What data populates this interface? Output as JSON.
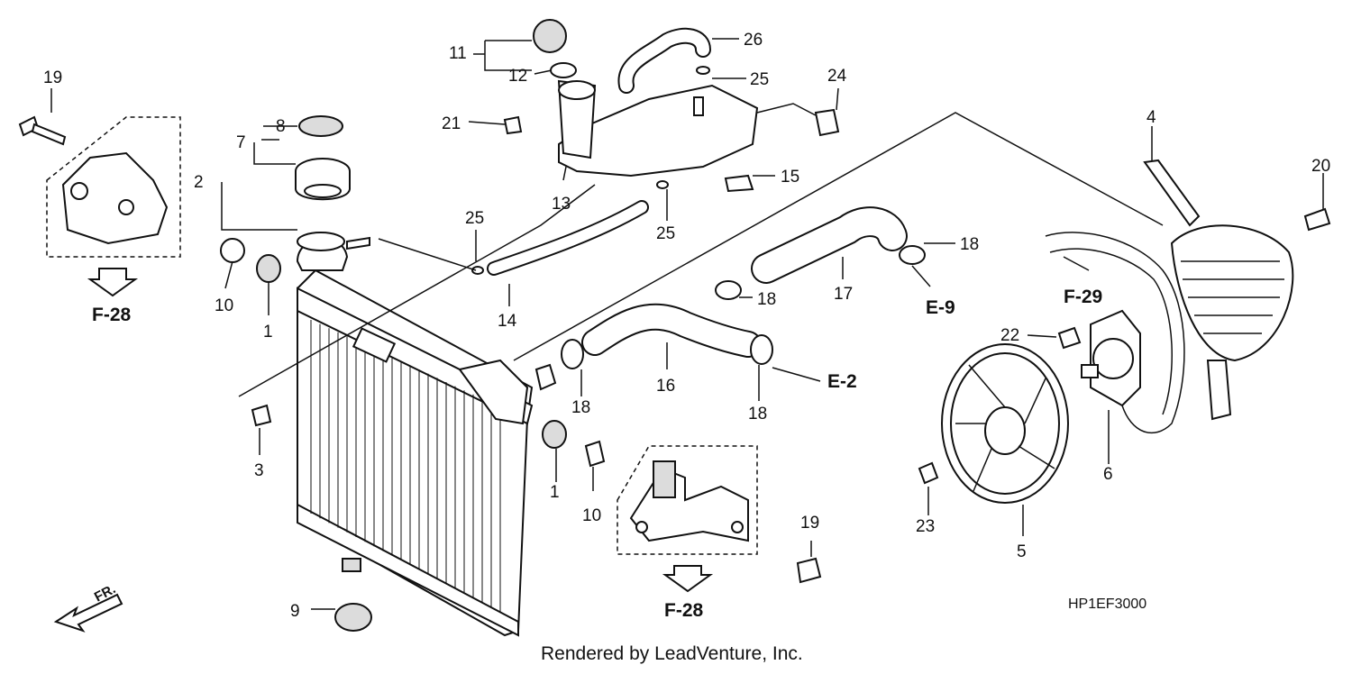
{
  "diagram": {
    "callouts": {
      "c1a": "1",
      "c1b": "1",
      "c2": "2",
      "c3": "3",
      "c4": "4",
      "c5": "5",
      "c6": "6",
      "c7": "7",
      "c8": "8",
      "c9": "9",
      "c10a": "10",
      "c10b": "10",
      "c11": "11",
      "c12": "12",
      "c13": "13",
      "c14": "14",
      "c15": "15",
      "c16": "16",
      "c17": "17",
      "c18a": "18",
      "c18b": "18",
      "c18c": "18",
      "c18d": "18",
      "c19a": "19",
      "c19b": "19",
      "c20": "20",
      "c21": "21",
      "c22": "22",
      "c23": "23",
      "c24": "24",
      "c25a": "25",
      "c25b": "25",
      "c25c": "25",
      "c26": "26"
    },
    "references": {
      "f28_left": "F-28",
      "f28_bottom": "F-28",
      "f29": "F-29",
      "e9": "E-9",
      "e2": "E-2"
    },
    "front_marker": "FR.",
    "diagram_code": "HP1EF3000",
    "credit": "Rendered by LeadVenture, Inc."
  }
}
